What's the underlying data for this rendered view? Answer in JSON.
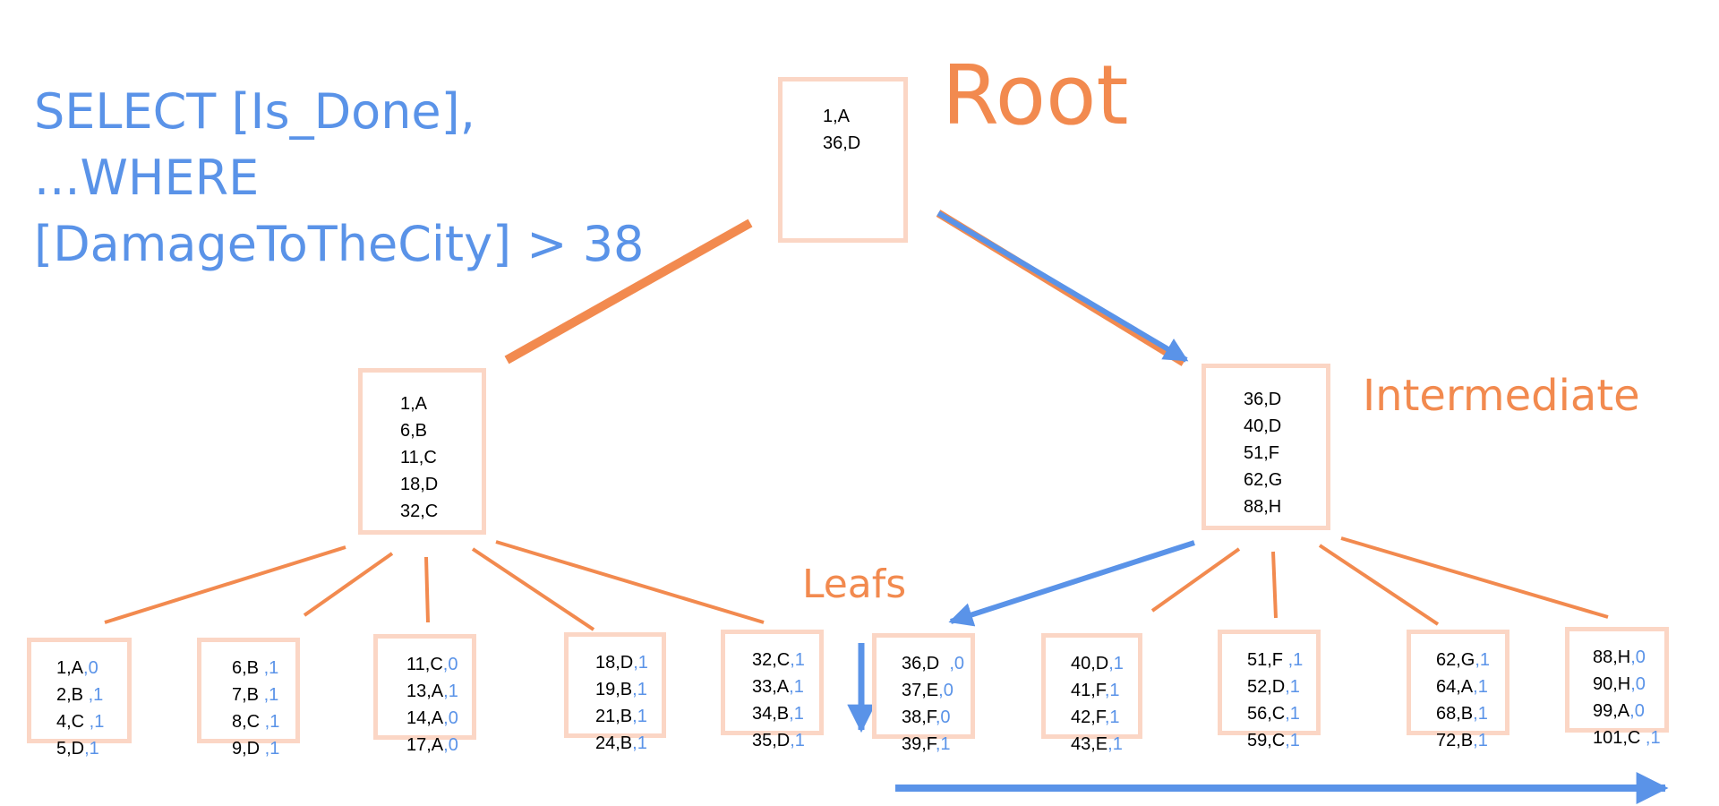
{
  "query": {
    "lines": [
      "SELECT [Is_Done],",
      "...WHERE",
      "[DamageToTheCity] > 38"
    ]
  },
  "labels": {
    "root": "Root",
    "intermediate": "Intermediate",
    "leafs": "Leafs"
  },
  "root_node": {
    "rows": [
      "1,A",
      "36,D"
    ]
  },
  "intermediate_nodes": [
    {
      "rows": [
        "1,A",
        "6,B",
        "11,C",
        "18,D",
        "32,C"
      ]
    },
    {
      "rows": [
        "36,D",
        "40,D",
        "51,F",
        "62,G",
        "88,H"
      ]
    }
  ],
  "leaf_nodes": [
    {
      "rows": [
        {
          "key": "1,A",
          "flag": ",0"
        },
        {
          "key": "2,B",
          "flag": " ,1"
        },
        {
          "key": "4,C",
          "flag": " ,1"
        },
        {
          "key": "5,D",
          "flag": ",1"
        }
      ]
    },
    {
      "rows": [
        {
          "key": "6,B",
          "flag": " ,1"
        },
        {
          "key": "7,B",
          "flag": " ,1"
        },
        {
          "key": "8,C",
          "flag": " ,1"
        },
        {
          "key": "9,D",
          "flag": " ,1"
        }
      ]
    },
    {
      "rows": [
        {
          "key": "11,C",
          "flag": ",0"
        },
        {
          "key": "13,A",
          "flag": ",1"
        },
        {
          "key": "14,A",
          "flag": ",0"
        },
        {
          "key": "17,A",
          "flag": ",0"
        }
      ]
    },
    {
      "rows": [
        {
          "key": "18,D",
          "flag": ",1"
        },
        {
          "key": "19,B",
          "flag": ",1"
        },
        {
          "key": "21,B",
          "flag": ",1"
        },
        {
          "key": "24,B",
          "flag": ",1"
        }
      ]
    },
    {
      "rows": [
        {
          "key": "32,C",
          "flag": ",1"
        },
        {
          "key": "33,A",
          "flag": ",1"
        },
        {
          "key": "34,B",
          "flag": ",1"
        },
        {
          "key": "35,D",
          "flag": ",1"
        }
      ]
    },
    {
      "rows": [
        {
          "key": "36,D",
          "flag": "  ,0"
        },
        {
          "key": "37,E",
          "flag": ",0"
        },
        {
          "key": "38,F",
          "flag": ",0"
        },
        {
          "key": "39,F",
          "flag": ",1"
        }
      ]
    },
    {
      "rows": [
        {
          "key": "40,D",
          "flag": ",1"
        },
        {
          "key": "41,F",
          "flag": ",1"
        },
        {
          "key": "42,F",
          "flag": ",1"
        },
        {
          "key": "43,E",
          "flag": ",1"
        }
      ]
    },
    {
      "rows": [
        {
          "key": "51,F",
          "flag": " ,1"
        },
        {
          "key": "52,D",
          "flag": ",1"
        },
        {
          "key": "56,C",
          "flag": ",1"
        },
        {
          "key": "59,C",
          "flag": ",1"
        }
      ]
    },
    {
      "rows": [
        {
          "key": "62,G",
          "flag": ",1"
        },
        {
          "key": "64,A",
          "flag": ",1"
        },
        {
          "key": "68,B",
          "flag": ",1"
        },
        {
          "key": "72,B",
          "flag": ",1"
        }
      ]
    },
    {
      "rows": [
        {
          "key": "88,H",
          "flag": ",0"
        },
        {
          "key": "90,H",
          "flag": ",0"
        },
        {
          "key": "99,A",
          "flag": ",0"
        },
        {
          "key": "101,C",
          "flag": " ,1"
        }
      ]
    }
  ],
  "colors": {
    "accent_orange": "#f28a4f",
    "query_blue": "#5a93e8",
    "node_border": "#fbd6c5"
  }
}
